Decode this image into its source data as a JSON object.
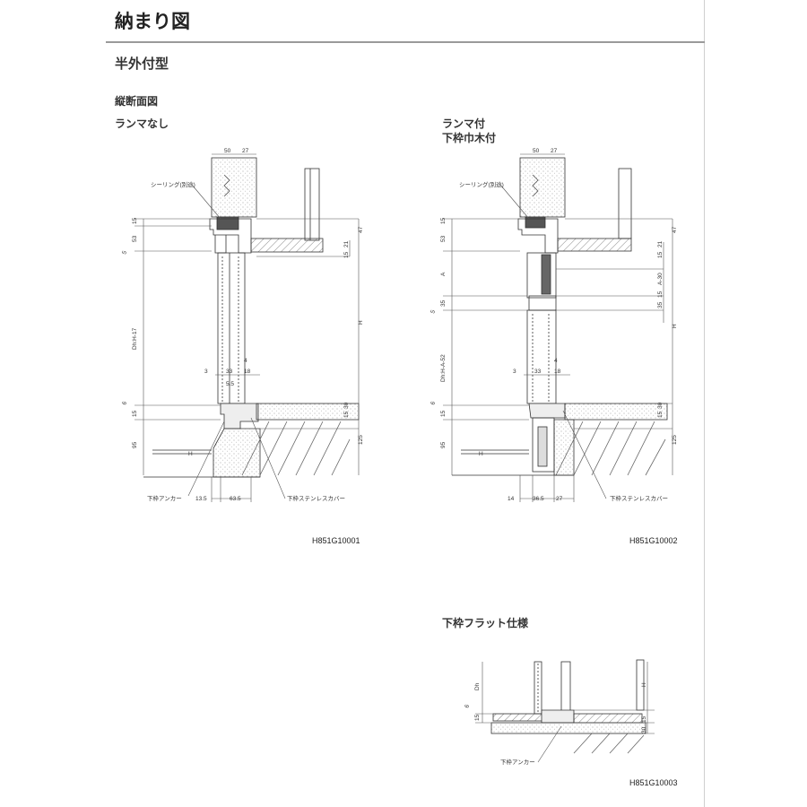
{
  "page": {
    "title": "納まり図",
    "subtitle": "半外付型",
    "section_title": "縦断面図"
  },
  "details": [
    {
      "label_lines": [
        "ランマなし"
      ],
      "code": "H851G10001",
      "callouts": [
        "シーリング(別途)",
        "下枠アンカー",
        "下枠ステンレスカバー"
      ],
      "dims_top": [
        "50",
        "27"
      ],
      "dims_left": [
        "15",
        "53",
        "5",
        "Dh:H-17",
        "6",
        "15",
        "95"
      ],
      "dims_right": [
        "47",
        "15",
        "21",
        "H",
        "15",
        "30",
        "125"
      ],
      "dims_inner": [
        "3",
        "33",
        "4",
        "18",
        "5.5"
      ],
      "dims_bottom": [
        "13.5",
        "63.5"
      ],
      "small_tags": [
        "H"
      ]
    },
    {
      "label_lines": [
        "ランマ付",
        "下枠巾木付"
      ],
      "code": "H851G10002",
      "callouts": [
        "シーリング(別途)",
        "下枠ステンレスカバー"
      ],
      "dims_top": [
        "50",
        "27"
      ],
      "dims_left": [
        "15",
        "53",
        "A",
        "5",
        "35",
        "Dh:H-A-52",
        "6",
        "15",
        "95"
      ],
      "dims_right": [
        "47",
        "15",
        "21",
        "A-30",
        "15",
        "35",
        "H",
        "15",
        "30",
        "125"
      ],
      "dims_inner": [
        "3",
        "33",
        "4",
        "18"
      ],
      "dims_bottom": [
        "14",
        "36.5",
        "27"
      ],
      "small_tags": [
        "H"
      ]
    },
    {
      "label_lines": [
        "下枠フラット仕様"
      ],
      "code": "H851G10003",
      "callouts": [
        "下枠アンカー"
      ],
      "dims_left": [
        "Dh",
        "6",
        "15"
      ],
      "dims_right": [
        "H",
        "15",
        "30"
      ]
    }
  ]
}
